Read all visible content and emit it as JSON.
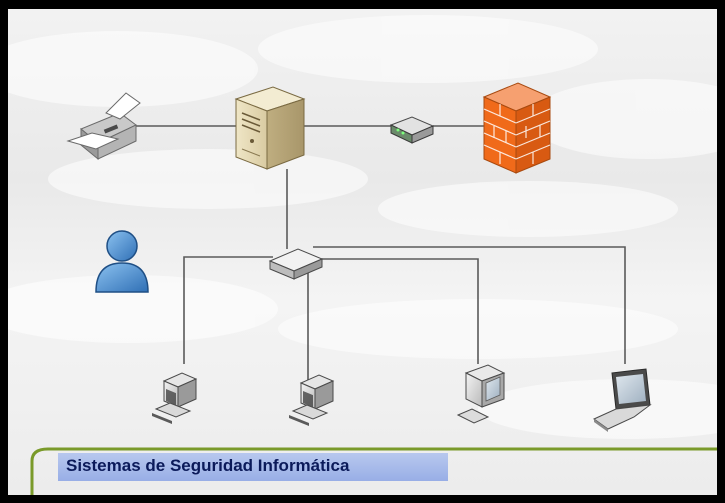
{
  "caption": {
    "text": "Sistemas de Seguridad Informática"
  },
  "colors": {
    "background": "#efefef",
    "frame": "#000000",
    "link_line": "#5a5a5a",
    "caption_band": "#a6b8ea",
    "caption_text": "#0b1a5a",
    "accent_curve": "#7a9a2a",
    "firewall": "#f06a1a",
    "user": "#4a8fd0"
  },
  "nodes": [
    {
      "id": "printer",
      "icon": "printer-icon"
    },
    {
      "id": "server",
      "icon": "server-icon"
    },
    {
      "id": "router",
      "icon": "router-icon"
    },
    {
      "id": "firewall",
      "icon": "firewall-icon"
    },
    {
      "id": "user",
      "icon": "user-icon"
    },
    {
      "id": "switch",
      "icon": "switch-icon"
    },
    {
      "id": "workstation-1",
      "icon": "desktop-computer-icon"
    },
    {
      "id": "workstation-2",
      "icon": "desktop-computer-icon"
    },
    {
      "id": "workstation-3",
      "icon": "crt-monitor-icon"
    },
    {
      "id": "laptop",
      "icon": "laptop-icon"
    }
  ]
}
